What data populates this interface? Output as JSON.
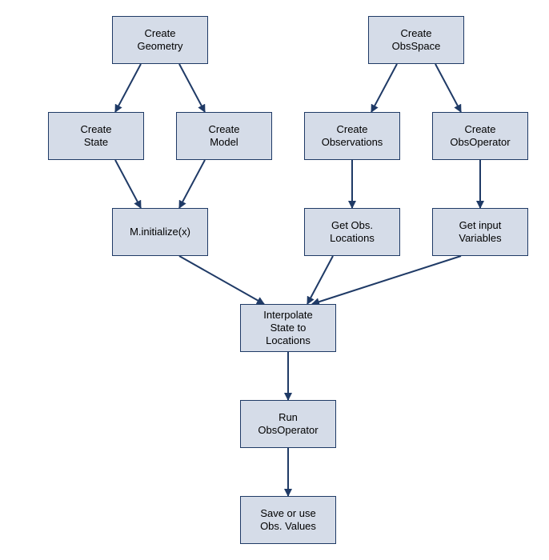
{
  "colors": {
    "box_fill": "#d5dce8",
    "box_border": "#1f3a66",
    "arrow": "#1f3a66"
  },
  "nodes": {
    "create_geometry": {
      "lines": [
        "Create",
        "Geometry"
      ]
    },
    "create_obsspace": {
      "lines": [
        "Create",
        "ObsSpace"
      ]
    },
    "create_state": {
      "lines": [
        "Create",
        "State"
      ]
    },
    "create_model": {
      "lines": [
        "Create",
        "Model"
      ]
    },
    "create_observations": {
      "lines": [
        "Create",
        "Observations"
      ]
    },
    "create_obsoperator": {
      "lines": [
        "Create",
        "ObsOperator"
      ]
    },
    "m_initialize": {
      "lines": [
        "M.initialize(x)"
      ]
    },
    "get_obs_locations": {
      "lines": [
        "Get Obs.",
        "Locations"
      ]
    },
    "get_input_variables": {
      "lines": [
        "Get input",
        "Variables"
      ]
    },
    "interpolate_state": {
      "lines": [
        "Interpolate",
        "State to",
        "Locations"
      ]
    },
    "run_obsoperator": {
      "lines": [
        "Run",
        "ObsOperator"
      ]
    },
    "save_obs_values": {
      "lines": [
        "Save or use",
        "Obs. Values"
      ]
    }
  },
  "edges": [
    [
      "create_geometry",
      "create_state"
    ],
    [
      "create_geometry",
      "create_model"
    ],
    [
      "create_obsspace",
      "create_observations"
    ],
    [
      "create_obsspace",
      "create_obsoperator"
    ],
    [
      "create_state",
      "m_initialize"
    ],
    [
      "create_model",
      "m_initialize"
    ],
    [
      "create_observations",
      "get_obs_locations"
    ],
    [
      "create_obsoperator",
      "get_input_variables"
    ],
    [
      "m_initialize",
      "interpolate_state"
    ],
    [
      "get_obs_locations",
      "interpolate_state"
    ],
    [
      "get_input_variables",
      "interpolate_state"
    ],
    [
      "interpolate_state",
      "run_obsoperator"
    ],
    [
      "run_obsoperator",
      "save_obs_values"
    ]
  ]
}
